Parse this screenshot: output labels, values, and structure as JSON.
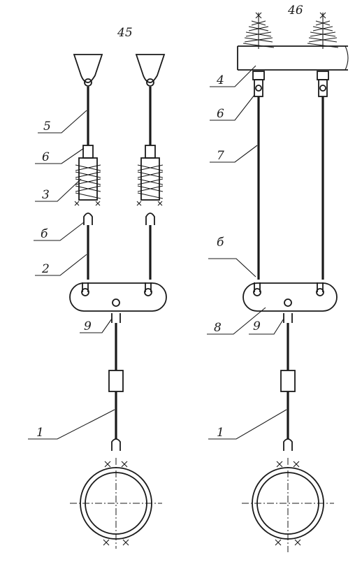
{
  "figures": [
    {
      "caption": "45",
      "labels": [
        "5",
        "6",
        "3",
        "б",
        "2",
        "9",
        "1"
      ]
    },
    {
      "caption": "46",
      "labels": [
        "4",
        "6",
        "7",
        "б",
        "8",
        "9",
        "1"
      ]
    }
  ],
  "colors": {
    "ink": "#1a1a1a",
    "paper": "#ffffff"
  }
}
